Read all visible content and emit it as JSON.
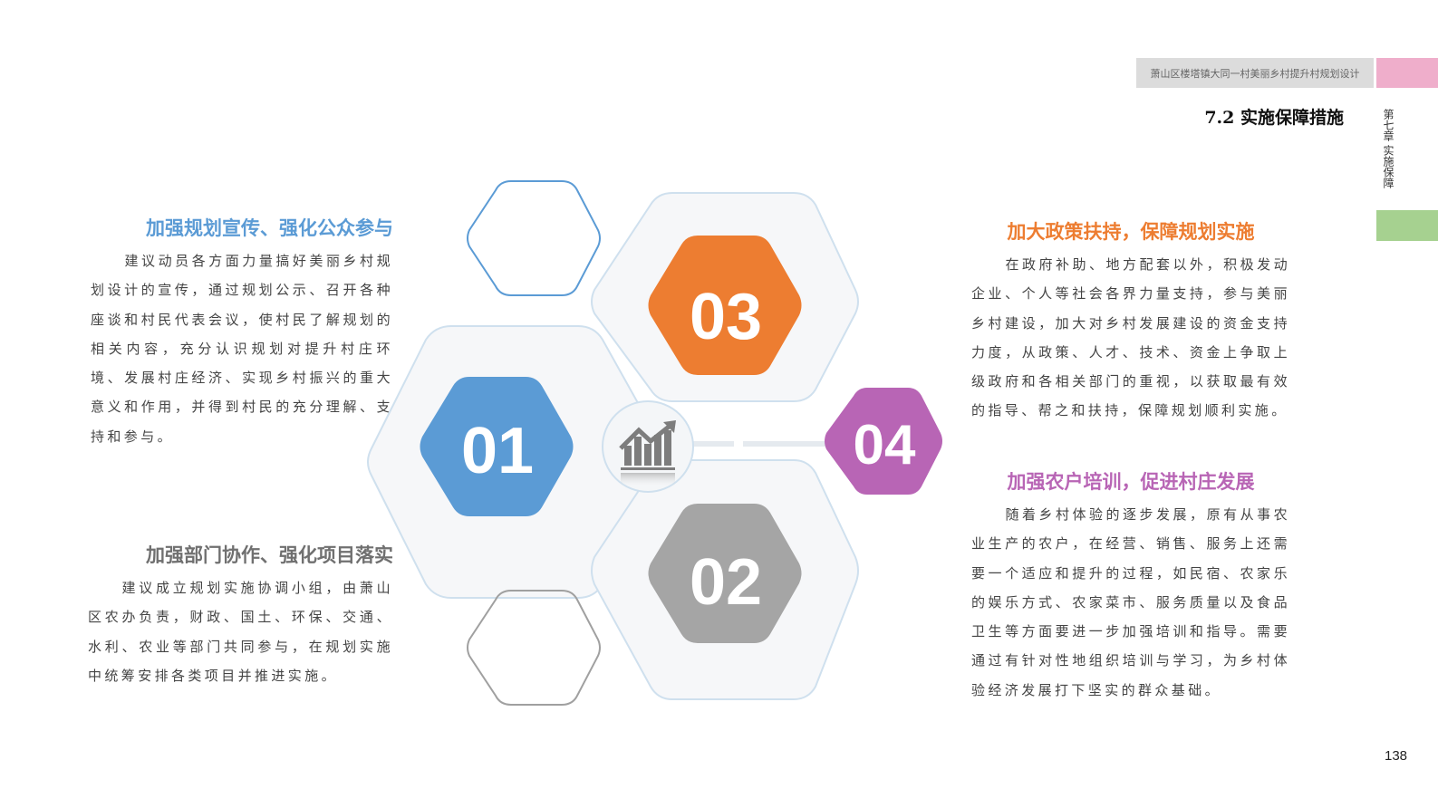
{
  "header": {
    "project_title": "萧山区楼塔镇大同一村美丽乡村提升村规划设计",
    "section_title": "7.2 实施保障措施",
    "chapter_label": "第七章 实施保障",
    "tab_colors": {
      "pink": "#efaecb",
      "green": "#a6d190"
    }
  },
  "blocks": [
    {
      "number": "01",
      "color": "#5b9bd5",
      "title": "加强规划宣传、强化公众参与",
      "body": "建议动员各方面力量搞好美丽乡村规划设计的宣传，通过规划公示、召开各种座谈和村民代表会议，使村民了解规划的相关内容，充分认识规划对提升村庄环境、发展村庄经济、实现乡村振兴的重大意义和作用，并得到村民的充分理解、支持和参与。"
    },
    {
      "number": "02",
      "color": "#a5a5a5",
      "title": "加强部门协作、强化项目落实",
      "body": "建议成立规划实施协调小组，由萧山区农办负责，财政、国土、环保、交通、水利、农业等部门共同参与，在规划实施中统筹安排各类项目并推进实施。"
    },
    {
      "number": "03",
      "color": "#ed7d31",
      "title": "加大政策扶持，保障规划实施",
      "body": "在政府补助、地方配套以外，积极发动企业、个人等社会各界力量支持，参与美丽乡村建设，加大对乡村发展建设的资金支持力度，从政策、人才、技术、资金上争取上级政府和各相关部门的重视，以获取最有效的指导、帮之和扶持，保障规划顺利实施。"
    },
    {
      "number": "04",
      "color": "#b865b5",
      "title": "加强农户培训，促进村庄发展",
      "body": "随着乡村体验的逐步发展，原有从事农业生产的农户，在经营、销售、服务上还需要一个适应和提升的过程，如民宿、农家乐的娱乐方式、农家菜市、服务质量以及食品卫生等方面要进一步加强培训和指导。需要通过有针对性地组织培训与学习，为乡村体验经济发展打下坚实的群众基础。"
    }
  ],
  "center_icon": "growth-chart-icon",
  "page_number": "138"
}
